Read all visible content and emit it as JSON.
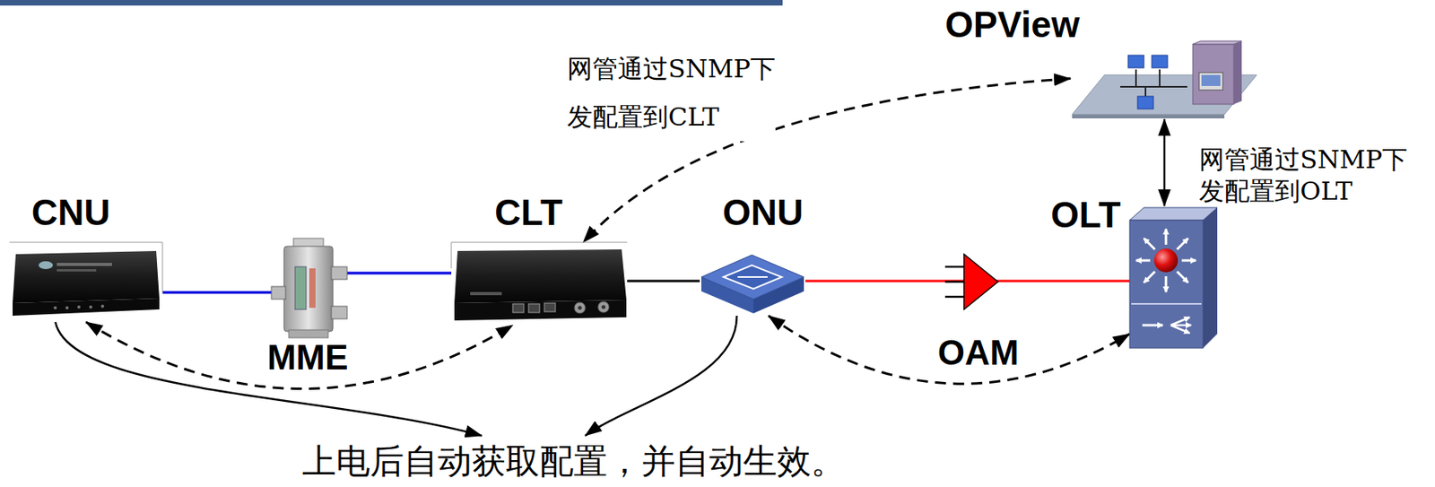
{
  "diagram": {
    "nodes": [
      {
        "text": [
          "OPView"
        ]
      },
      {
        "text": [
          "CNU"
        ]
      },
      {
        "text": [
          "CLT"
        ]
      },
      {
        "text": [
          "ONU"
        ]
      },
      {
        "text": [
          "OLT"
        ]
      },
      {
        "text": [
          "上电后自动获取配置，并自动生效。"
        ]
      }
    ],
    "edges": [
      {
        "from": 1,
        "to": 2,
        "arrow": "none"
      },
      {
        "from": 2,
        "to": 3,
        "arrow": "none"
      },
      {
        "from": 3,
        "to": 4,
        "arrow": "none"
      },
      {
        "from": 1,
        "to": 2,
        "label": "MME",
        "arrow": "both"
      },
      {
        "from": 3,
        "to": 4,
        "label": "OAM",
        "arrow": "both"
      },
      {
        "from": 0,
        "to": 2,
        "label": "网管通过SNMP下 发配置到CLT",
        "arrow": "both"
      },
      {
        "from": 0,
        "to": 4,
        "label": "网管通过SNMP下 发配置到OLT",
        "arrow": "both"
      },
      {
        "from": 1,
        "to": 5,
        "arrow": "to"
      },
      {
        "from": 3,
        "to": 5,
        "arrow": "to"
      }
    ]
  }
}
